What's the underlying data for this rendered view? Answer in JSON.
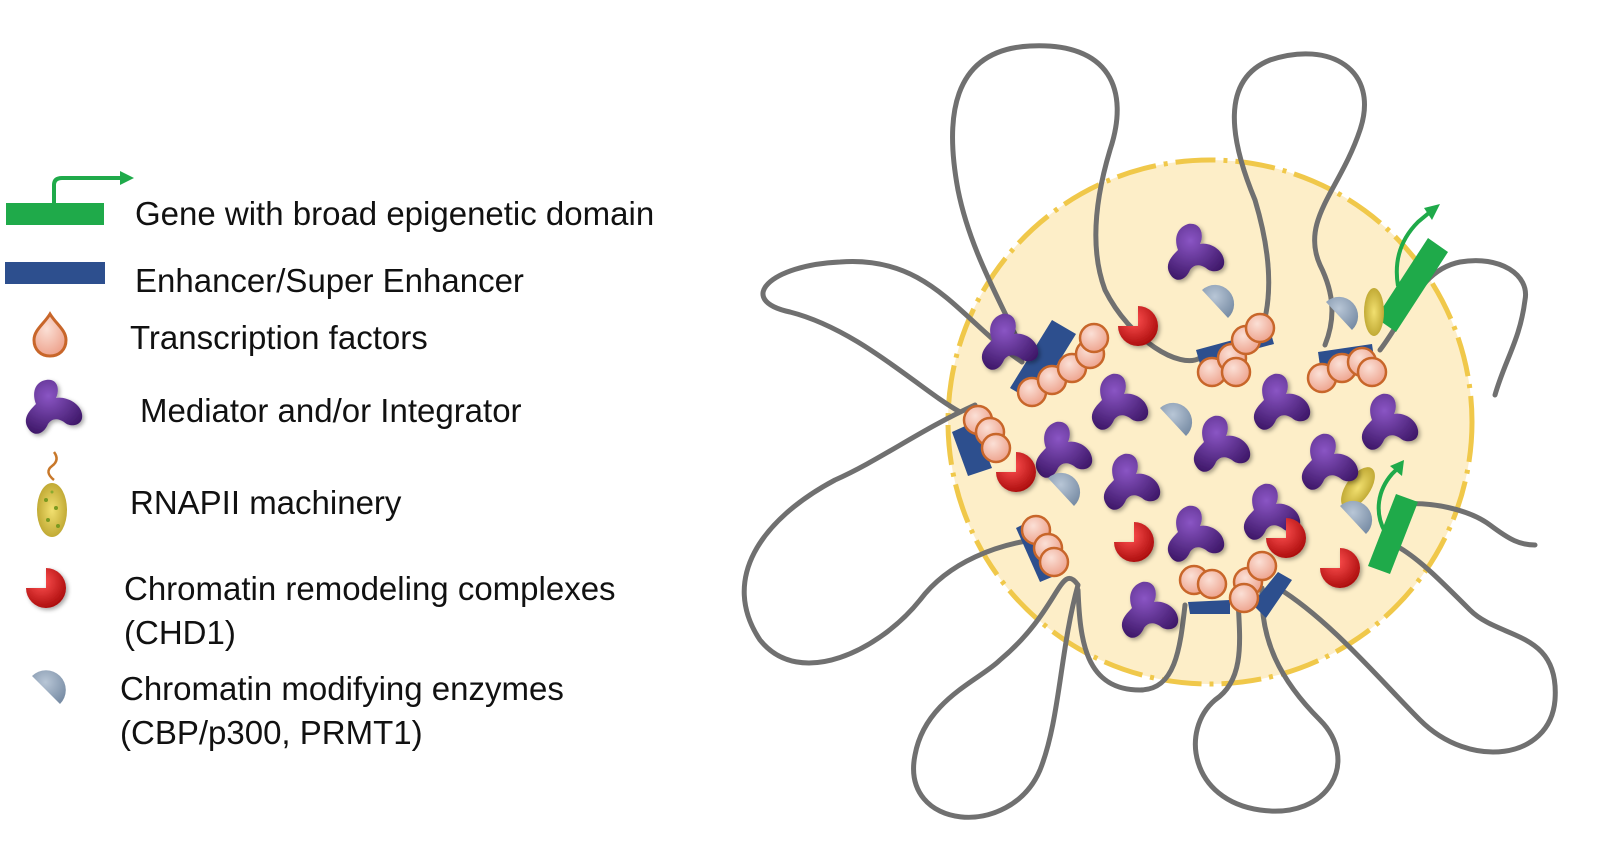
{
  "legend": {
    "gene": "Gene with broad epigenetic domain",
    "enhancer": "Enhancer/Super Enhancer",
    "tf": "Transcription factors",
    "mediator": "Mediator and/or Integrator",
    "rnapii": "RNAPII machinery",
    "remodeling_line1": "Chromatin remodeling complexes",
    "remodeling_line2": "(CHD1)",
    "modifying_line1": "Chromatin modifying enzymes",
    "modifying_line2": "(CBP/p300, PRMT1)"
  },
  "colors": {
    "gene": "#1faa4a",
    "enhancer": "#2d4f8e",
    "tf_fill": "#f0b2a0",
    "tf_stroke": "#c8662a",
    "mediator": "#5a2a8c",
    "remodeling": "#d01218",
    "modifying": "#8ea2b8",
    "chromatin": "#707070",
    "condensate": "#fdeec8",
    "condensate_border": "#f0c84a"
  }
}
